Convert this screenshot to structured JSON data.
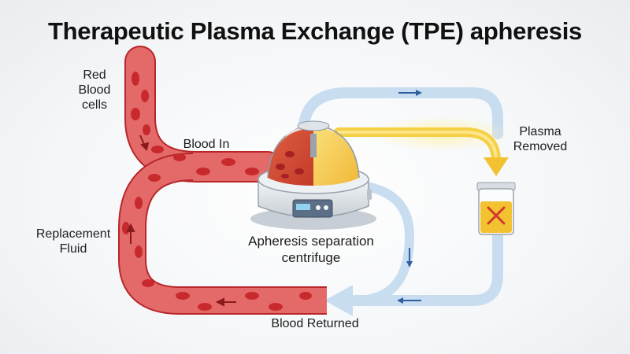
{
  "title": "Therapeutic Plasma Exchange (TPE) apheresis",
  "labels": {
    "red_blood_cells": [
      "Red",
      "Blood",
      "cells"
    ],
    "blood_in": "Blood In",
    "plasma_removed": [
      "Plasma",
      "Removed"
    ],
    "replacement_fluid": [
      "Replacement",
      "Fluid"
    ],
    "centrifuge": [
      "Apheresis separation",
      "centrifuge"
    ],
    "blood_returned": "Blood Returned"
  },
  "colors": {
    "blood": "#e24d4f",
    "rbc": "#c62a2e",
    "plasma": "#f2c230",
    "return_line": "#c7dcf0",
    "arrow_blue": "#2d5e9e"
  }
}
